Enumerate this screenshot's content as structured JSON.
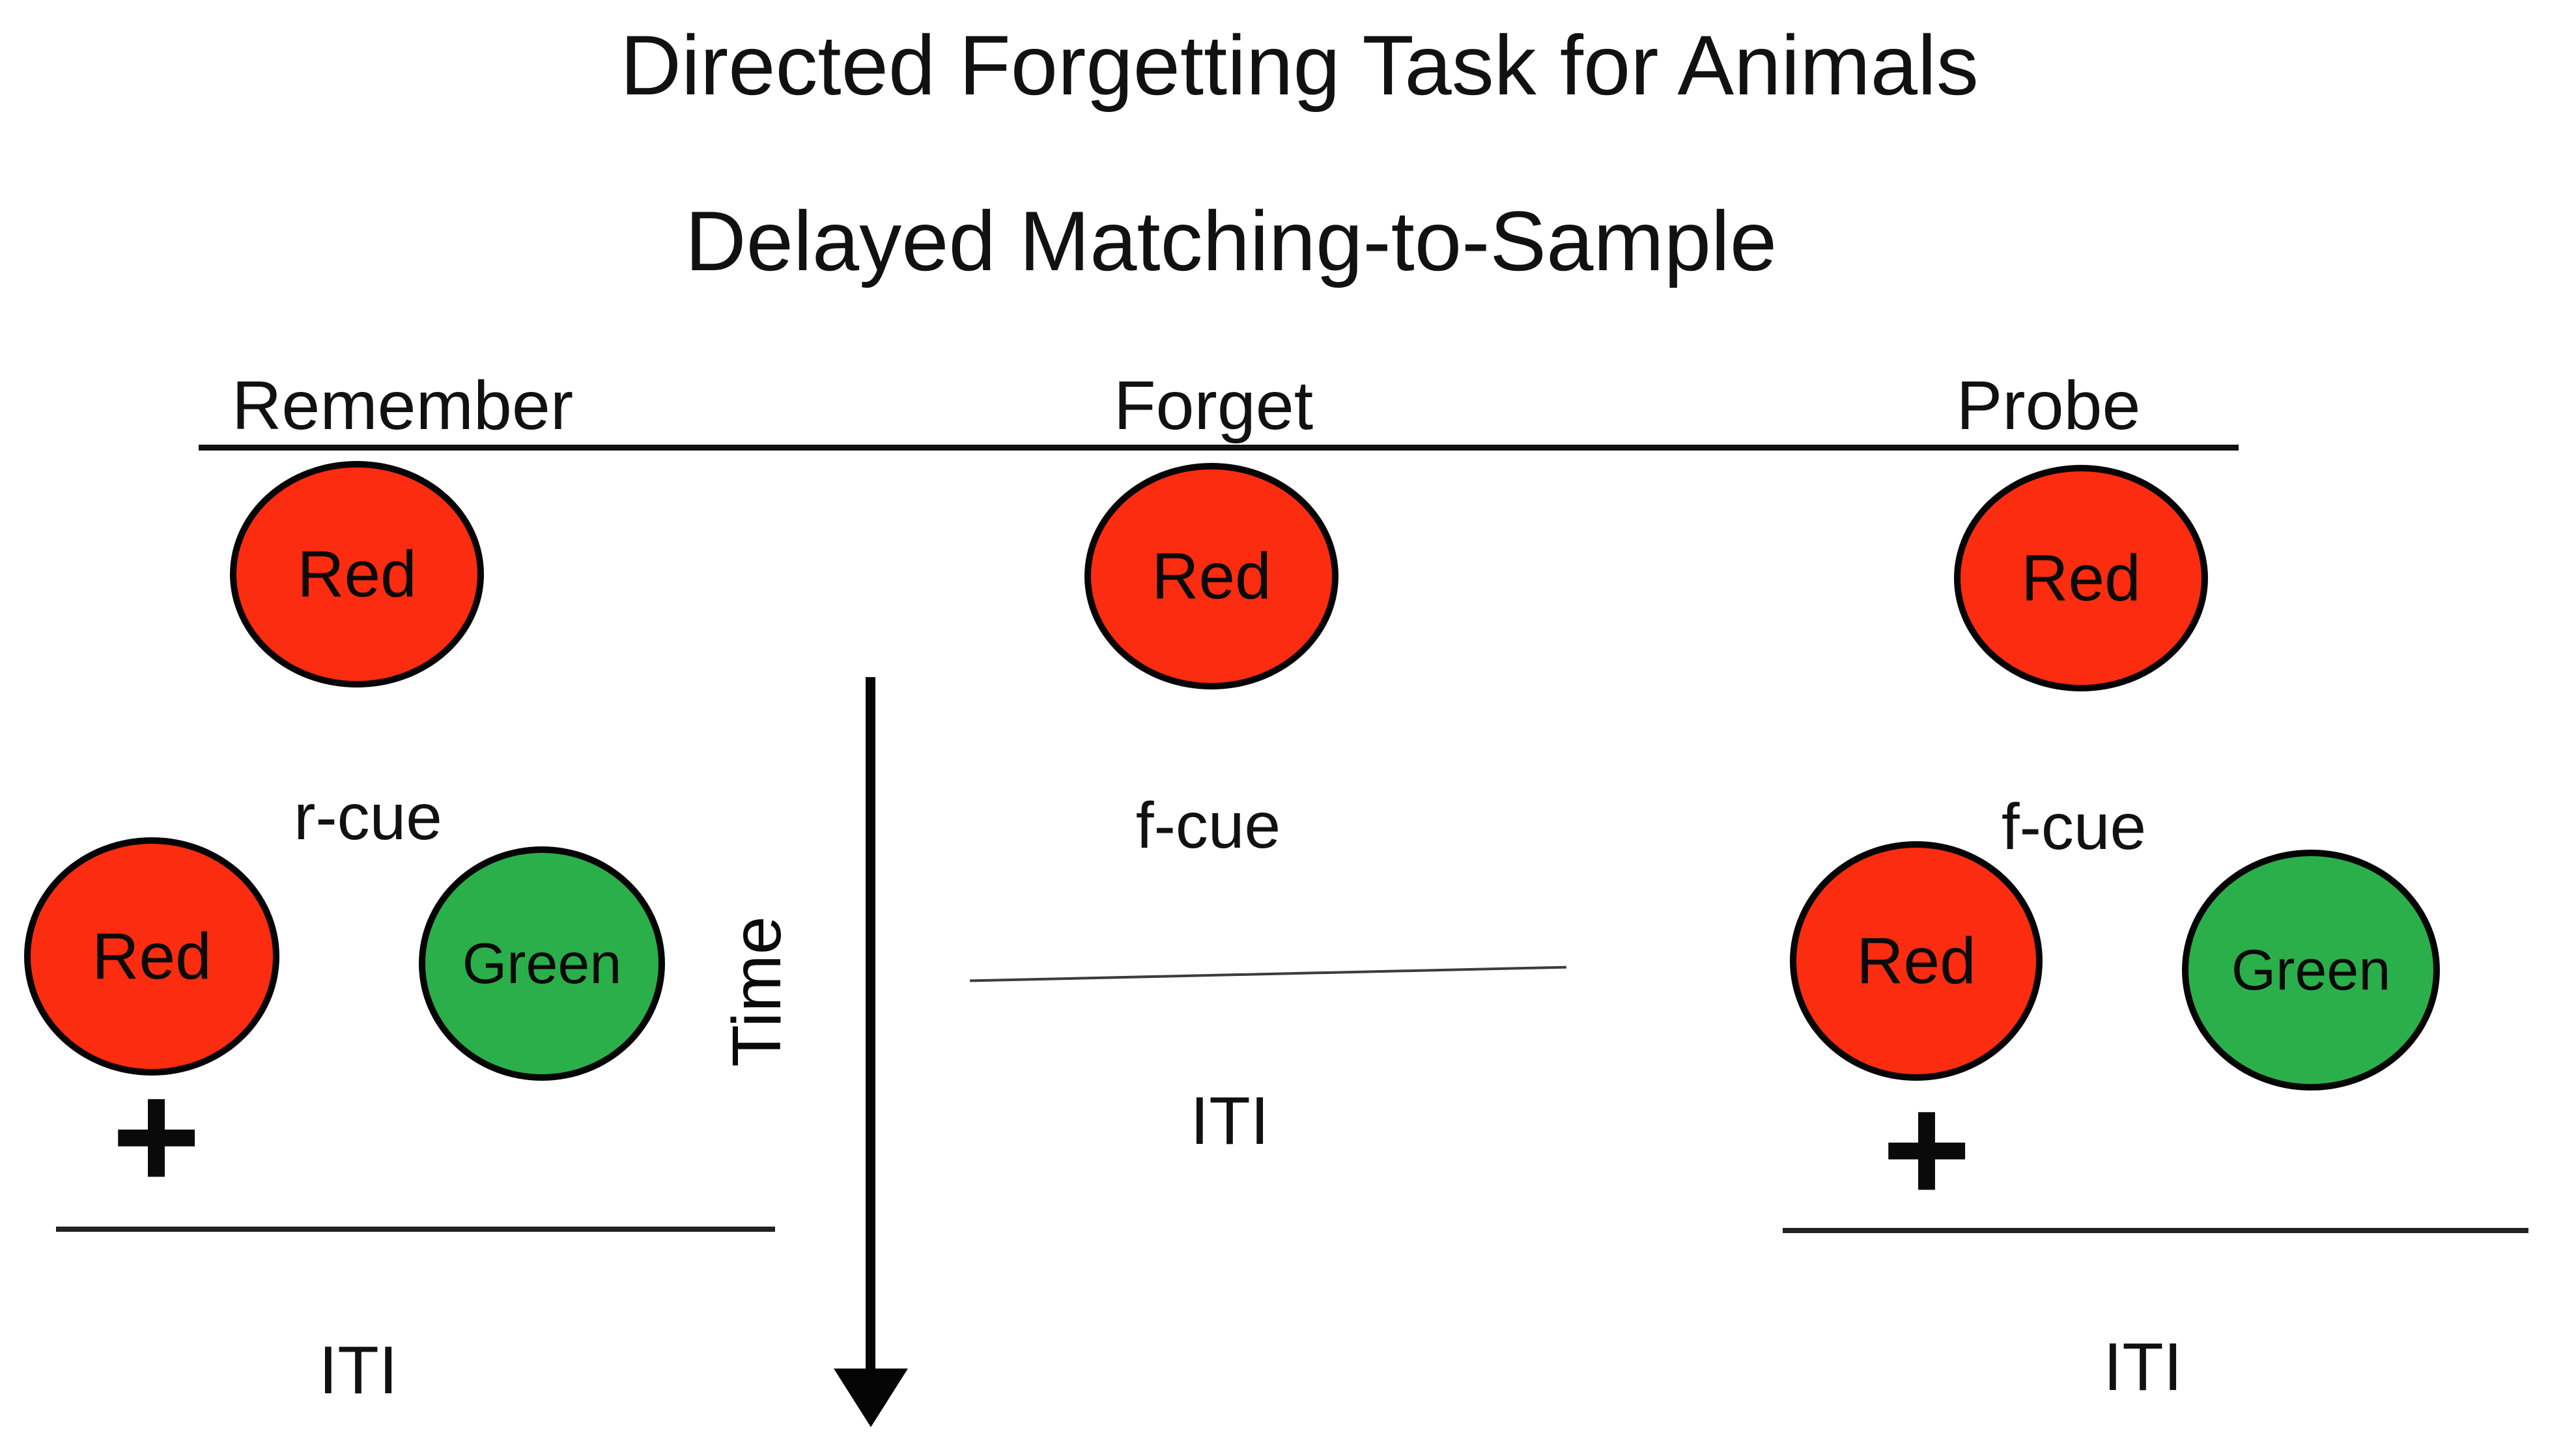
{
  "diagram": {
    "title": "Directed Forgetting Task for Animals",
    "subtitle": "Delayed Matching-to-Sample",
    "time_label": "Time",
    "trials": {
      "remember": {
        "header": "Remember",
        "sample": "Red",
        "cue": "r-cue",
        "choice_left": "Red",
        "choice_right": "Green",
        "fixation": "+",
        "iti": "ITI"
      },
      "forget": {
        "header": "Forget",
        "sample": "Red",
        "cue": "f-cue",
        "iti": "ITI"
      },
      "probe": {
        "header": "Probe",
        "sample": "Red",
        "cue": "f-cue",
        "choice_left": "Red",
        "choice_right": "Green",
        "fixation": "+",
        "iti": "ITI"
      }
    },
    "colors": {
      "red": "#FB2C10",
      "green": "#2BAF4A",
      "outline": "#000000"
    }
  }
}
